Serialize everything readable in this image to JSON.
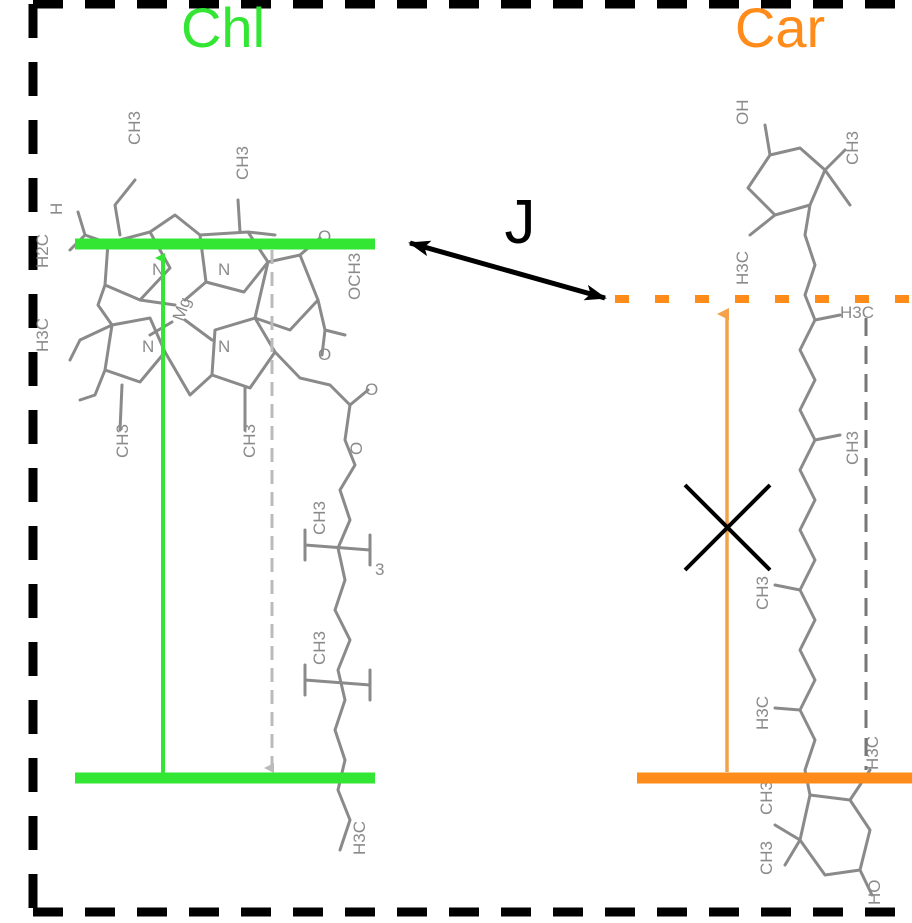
{
  "labels": {
    "chl": "Chl",
    "car": "Car",
    "coupling": "J"
  },
  "chl_structure": {
    "mg": "Mg",
    "n": "N",
    "groups": [
      "CH3",
      "H",
      "H2C",
      "CH3",
      "O",
      "OCH3",
      "O",
      "H3C",
      "CH3",
      "O",
      "O",
      "CH3",
      "CH3",
      "3",
      "CH3",
      "H3C"
    ]
  },
  "car_structure": {
    "groups": [
      "OH",
      "CH3",
      "H3C",
      "H3C",
      "CH3",
      "CH3",
      "H3C",
      "H3C",
      "CH3",
      "CH3",
      "HO"
    ]
  },
  "colors": {
    "chl": "#33e633",
    "car": "#ff8c1a",
    "car_arrow": "#f5a04a",
    "structure": "#8a8a8a",
    "frame": "#000000",
    "guide": "#999999"
  },
  "icons": {
    "chl_excitation": "up-arrow-icon",
    "car_excitation": "up-arrow-icon",
    "forbidden": "cross-icon",
    "energy_transfer": "double-arrow-icon"
  }
}
